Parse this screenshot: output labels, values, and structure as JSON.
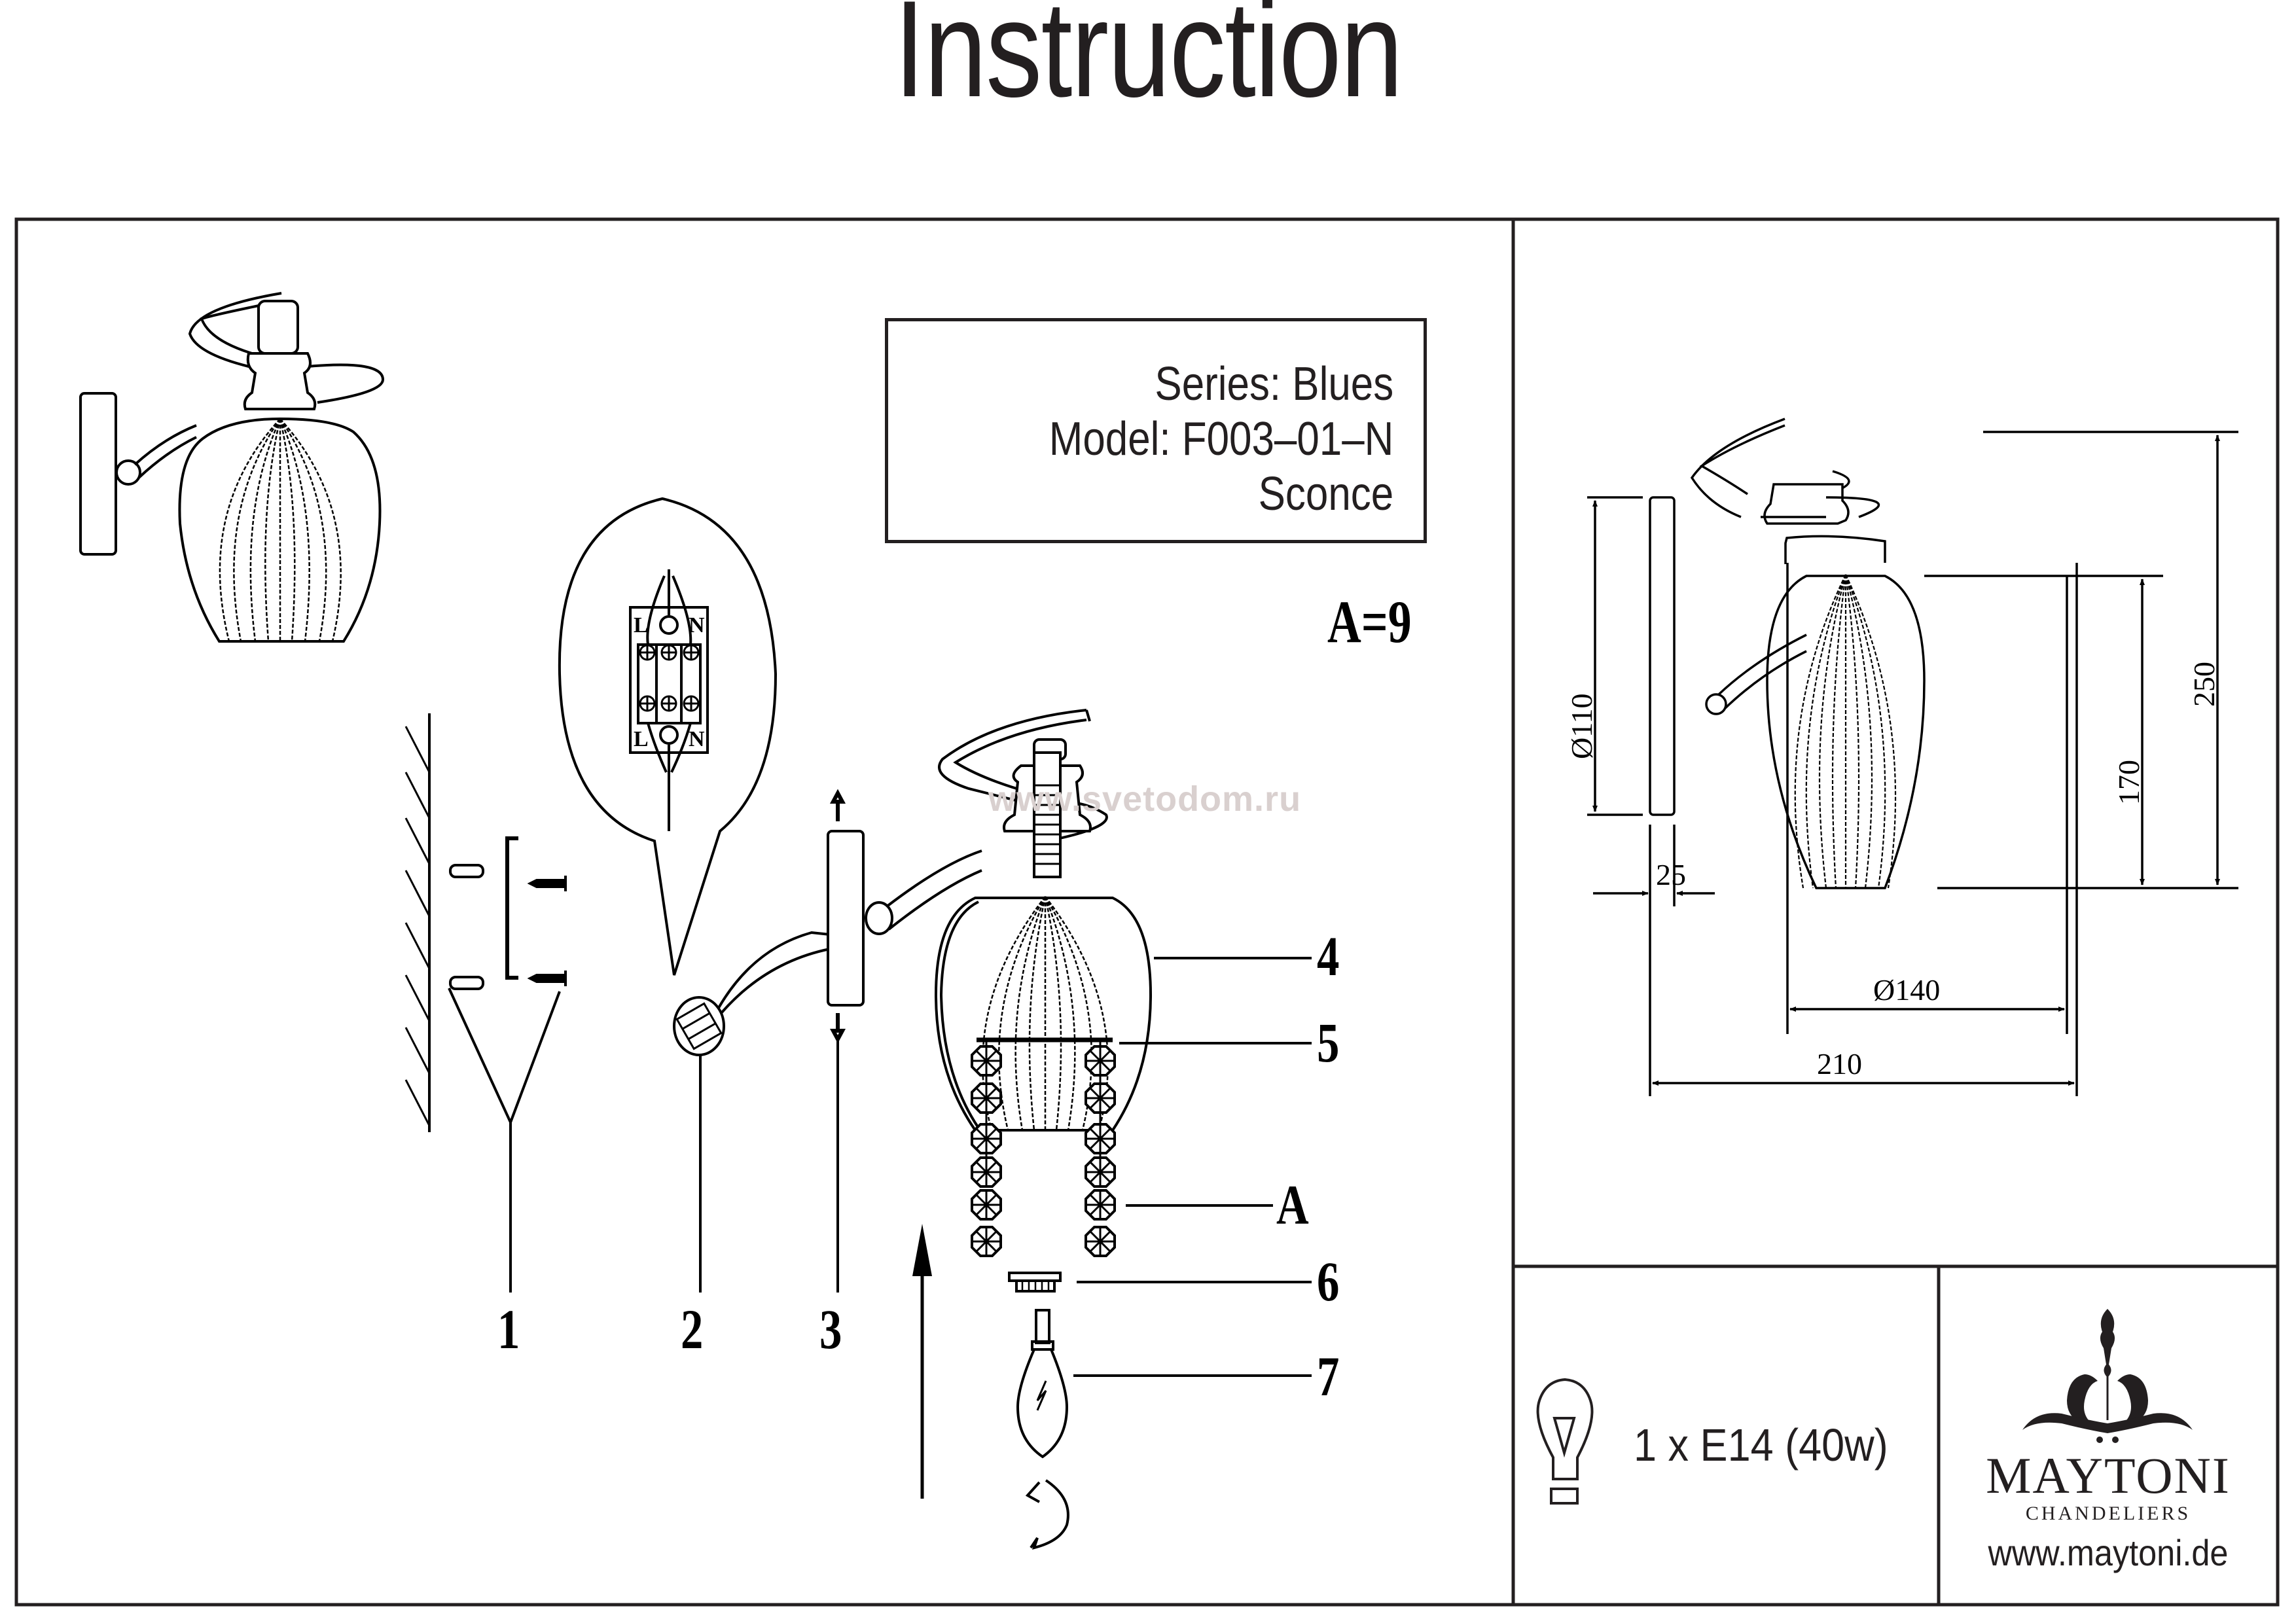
{
  "header": {
    "title": "Instruction"
  },
  "product_info": {
    "series": "Series: Blues",
    "model": "Model: F003–01–N",
    "type": "Sconce"
  },
  "quantity_note": "A=9",
  "parts": [
    {
      "id": "1",
      "label": "1"
    },
    {
      "id": "2",
      "label": "2"
    },
    {
      "id": "3",
      "label": "3"
    },
    {
      "id": "4",
      "label": "4"
    },
    {
      "id": "5",
      "label": "5"
    },
    {
      "id": "A",
      "label": "A"
    },
    {
      "id": "6",
      "label": "6"
    },
    {
      "id": "7",
      "label": "7"
    }
  ],
  "terminal_labels": {
    "live": "L",
    "neutral": "N"
  },
  "dimensions": {
    "backplate_diameter": "Ø110",
    "backplate_depth": "25",
    "shade_height": "170",
    "total_height": "250",
    "shade_diameter": "Ø140",
    "total_projection": "210"
  },
  "bulb": {
    "icon": "light-bulb-icon",
    "spec": "1 x E14 (40w)"
  },
  "brand": {
    "name": "MAYTONI",
    "subtitle": "CHANDELIERS",
    "url": "www.maytoni.de",
    "logo_icon": "ornament-logo-icon"
  },
  "watermark": "www.svetodom.ru",
  "colors": {
    "ink": "#231f20",
    "watermark": "#d9d0cf",
    "background": "#ffffff"
  }
}
